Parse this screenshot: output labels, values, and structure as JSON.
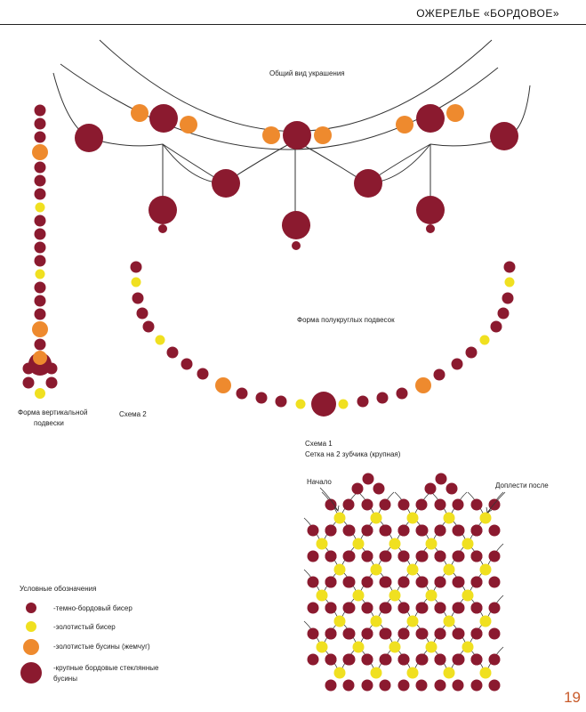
{
  "header": {
    "title": "ОЖЕРЕЛЬЕ «БОРДОВОЕ»"
  },
  "labels": {
    "overview": "Общий вид украшения",
    "semicircle": "Форма полукруглых подвесок",
    "vertical_line1": "Форма вертикальной",
    "vertical_line2": "подвески",
    "scheme2": "Схема 2",
    "scheme1_line1": "Схема 1",
    "scheme1_line2": "Сетка на 2 зубчика (крупная)",
    "start": "Начало",
    "finish": "Доплести после"
  },
  "legend": {
    "title": "Условные обозначения",
    "items": [
      {
        "text": "-темно-бордовый бисер"
      },
      {
        "text": "-золотистый бисер"
      },
      {
        "text": "-золотистые бусины (жемчуг)"
      },
      {
        "text": "-крупные бордовые стеклянные",
        "text2": "бусины"
      }
    ]
  },
  "colors": {
    "burgundy": "#8b1a2f",
    "gold_seed": "#f0e020",
    "gold_bead": "#ee8a2e",
    "large_bead": "#8b1a2f",
    "accent": "#c85a2a"
  },
  "page_number": "19"
}
